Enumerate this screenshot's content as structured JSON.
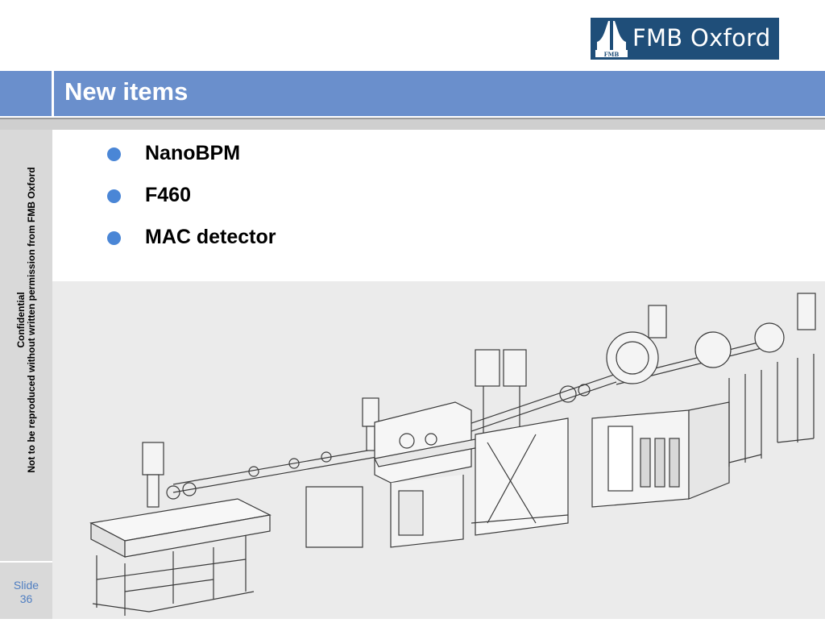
{
  "logo": {
    "brand": "FMB Oxford",
    "emblem_text": "FMB"
  },
  "header": {
    "title": "New items"
  },
  "sidebar": {
    "confidential": "Confidential",
    "notice": "Not to be reproduced without written permission from FMB Oxford",
    "slide_label": "Slide",
    "slide_number": "36"
  },
  "bullets": [
    {
      "text": "NanoBPM"
    },
    {
      "text": "F460"
    },
    {
      "text": "MAC detector"
    }
  ],
  "colors": {
    "title_bar": "#6a8fcc",
    "bullet": "#4a86d6",
    "logo_bg": "#1f4e79",
    "side_panel": "#d9d9d9"
  },
  "image": {
    "description_icon": "beamline-drawing"
  }
}
